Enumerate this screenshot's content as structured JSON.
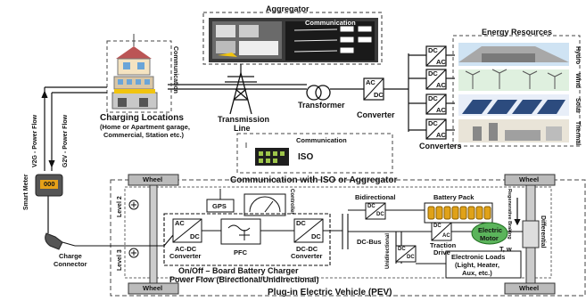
{
  "aggregator": {
    "title": "Aggregator",
    "comm": "Communication"
  },
  "energy": {
    "title": "Energy Resources",
    "side_labels": [
      "Hydro",
      "Wind",
      "Solar",
      "Thermal"
    ]
  },
  "charging": {
    "comm": "Communication",
    "title": "Charging Locations",
    "subtitle1": "(Home or Apartment garage,",
    "subtitle2": "Commercial, Station etc.)"
  },
  "grid": {
    "transmission1": "Transmission",
    "transmission2": "Line",
    "transformer": "Transformer",
    "converter": "Converter",
    "converters": "Converters"
  },
  "blocks": {
    "ac": "AC",
    "dc": "DC"
  },
  "isoblock": {
    "comm": "Communication",
    "iso": "ISO",
    "link": "Communication with ISO or Aggregator"
  },
  "power_flow": {
    "v2g": "V2G - Power Flow",
    "g2v": "G2V - Power Flow"
  },
  "meter": {
    "label": "Smart Meter",
    "display": "000"
  },
  "connector": {
    "label1": "Charge",
    "label2": "Connector"
  },
  "pev": {
    "wheel": "Wheel",
    "level2": "Level 2",
    "level3": "Level 3",
    "gps": "GPS",
    "controller": "Controller",
    "acdc_label1": "AC-DC",
    "acdc_label2": "Converter",
    "pfc": "PFC",
    "dcdc_label1": "DC-DC",
    "dcdc_label2": "Converter",
    "bidirectional": "Bidirectional",
    "battery": "Battery Pack",
    "dcbus": "DC-Bus",
    "traction1": "Traction",
    "traction2": "Drive",
    "motor1": "Electric",
    "motor2": "Motor",
    "tw": "T, w",
    "regen": "Regenerative Braking",
    "differential": "Differential",
    "unidirectional": "Unidirectional",
    "loads1": "Electronic Loads",
    "loads2": "(Light, Heater,",
    "loads3": "Aux, etc.)",
    "onboard": "On/Off – Board Battery Charger",
    "powerflow": "Power Flow (Birectional/Unidirectional)",
    "title": "Plug-in Electric Vehicle (PEV)"
  }
}
